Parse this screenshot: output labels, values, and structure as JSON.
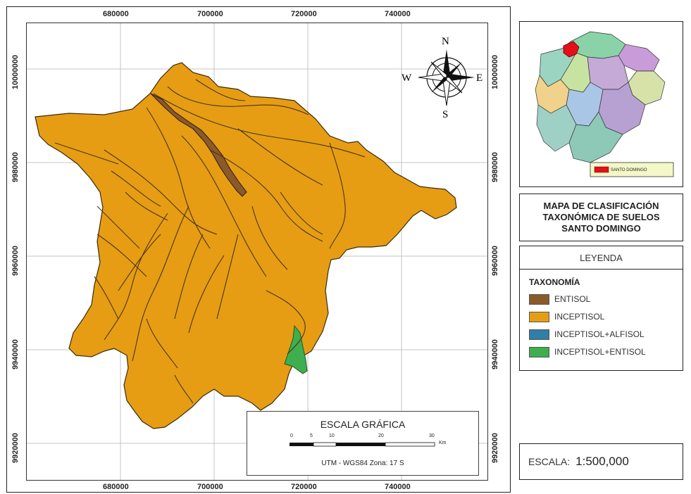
{
  "map": {
    "x_ticks": [
      "680000",
      "700000",
      "720000",
      "740000"
    ],
    "y_ticks": [
      "10000000",
      "9980000",
      "9960000",
      "9940000",
      "9920000"
    ],
    "compass": {
      "n": "N",
      "s": "S",
      "e": "E",
      "w": "W"
    }
  },
  "title": {
    "line1": "MAPA DE CLASIFICACIÓN",
    "line2": "TAXONÓMICA DE SUELOS",
    "line3": "SANTO DOMINGO"
  },
  "legend": {
    "header": "LEYENDA",
    "subtitle": "TAXONOMÍA",
    "items": [
      {
        "label": "ENTISOL",
        "color": "#8b5a2b"
      },
      {
        "label": "INCEPTISOL",
        "color": "#e69d14"
      },
      {
        "label": "INCEPTISOL+ALFISOL",
        "color": "#2f7fa6"
      },
      {
        "label": "INCEPTISOL+ENTISOL",
        "color": "#3fae4f"
      }
    ]
  },
  "inset": {
    "label": "SANTO DOMINGO",
    "highlight_color": "#e3101a"
  },
  "scalebar": {
    "title": "ESCALA GRÁFICA",
    "ticks": [
      "0",
      "5",
      "10",
      "20",
      "30"
    ],
    "unit": "Km",
    "projection": "UTM - WGS84 Zona: 17 S"
  },
  "scale": {
    "label": "ESCALA:",
    "value": "1:500,000"
  }
}
